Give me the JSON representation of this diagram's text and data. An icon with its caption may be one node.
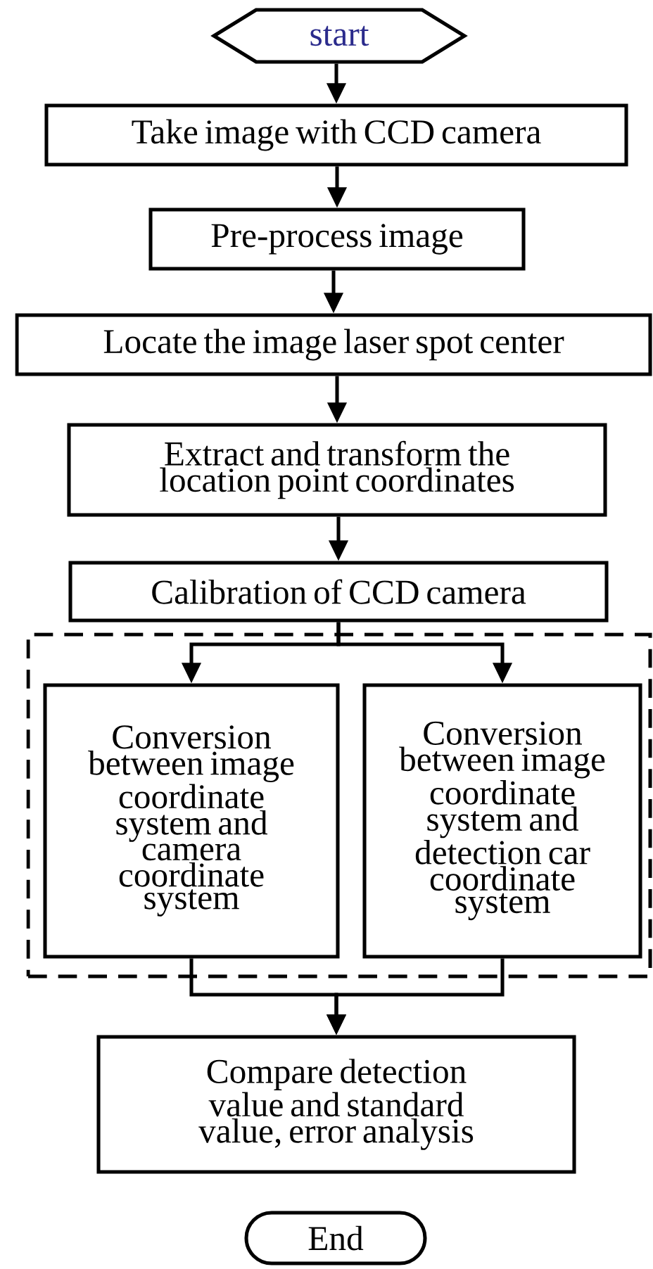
{
  "diagram": {
    "nodes": [
      {
        "text": [
          "start"
        ]
      },
      {
        "text": [
          "Take image with CCD camera"
        ]
      },
      {
        "text": [
          "Pre-process image"
        ]
      },
      {
        "text": [
          "Locate the image laser spot center"
        ]
      },
      {
        "text": [
          "Extract and transform the location point coordinates"
        ]
      },
      {
        "text": [
          "Calibration of CCD camera"
        ]
      },
      {
        "text": [],
        "shape": "box"
      },
      {
        "text": [
          "Conversion between image coordinate system and camera coordinate system"
        ],
        "in": 6
      },
      {
        "text": [
          "Conversion between image coordinate system and detection car coordinate system"
        ],
        "in": 6
      },
      {
        "text": [
          "Compare detection value and standard value, error analysis"
        ]
      },
      {
        "text": [
          "End"
        ]
      }
    ],
    "edges": [
      {
        "from": 0,
        "to": 1,
        "arrow": "to"
      },
      {
        "from": 1,
        "to": 2,
        "arrow": "to"
      },
      {
        "from": 2,
        "to": 3,
        "arrow": "to"
      },
      {
        "from": 3,
        "to": 4,
        "arrow": "to"
      },
      {
        "from": 4,
        "to": 5,
        "arrow": "to"
      },
      {
        "from": 5,
        "to": 7,
        "arrow": "to"
      },
      {
        "from": 5,
        "to": 8,
        "arrow": "to"
      },
      {
        "from": 7,
        "to": 9,
        "arrow": "to"
      },
      {
        "from": 8,
        "to": 9,
        "arrow": "to"
      }
    ]
  }
}
